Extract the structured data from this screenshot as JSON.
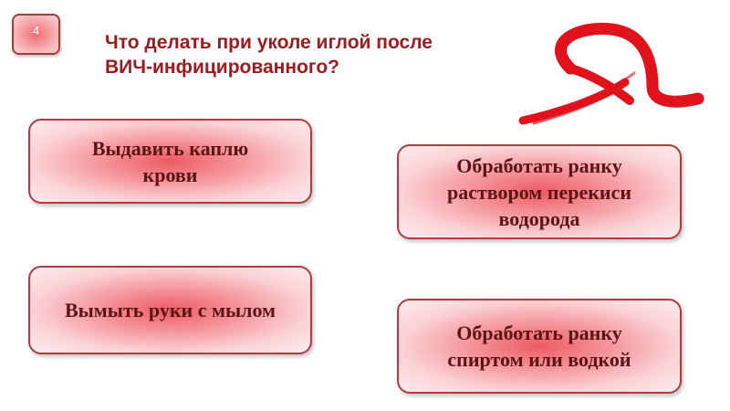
{
  "slide_number": "4",
  "question_lines": [
    "Что делать при уколе иглой после",
    "ВИЧ-инфицированного?"
  ],
  "answers": [
    {
      "lines": [
        "Выдавить каплю",
        "крови"
      ]
    },
    {
      "lines": [
        "Обработать ранку",
        "раствором перекиси",
        "водорода"
      ]
    },
    {
      "lines": [
        "Вымыть руки с мылом"
      ]
    },
    {
      "lines": [
        "Обработать ранку",
        "спиртом или водкой"
      ]
    }
  ],
  "icons": {
    "ribbon": "awareness-ribbon-icon"
  },
  "colors": {
    "accent": "#9b1b1f",
    "ribbon": "#e0131c",
    "answer_border": "#b23a40",
    "answer_text": "#5c1414"
  }
}
